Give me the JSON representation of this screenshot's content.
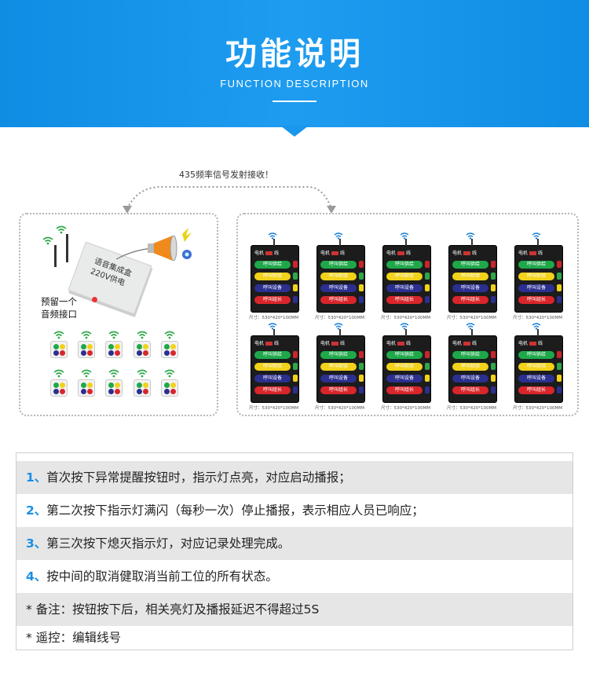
{
  "header": {
    "title": "功能说明",
    "subtitle": "FUNCTION DESCRIPTION"
  },
  "diagram": {
    "caption": "435频率信号发射接收！",
    "host_label_line1": "语音集成盒",
    "host_label_line2": "220V供电",
    "reserve_line1": "预留一个",
    "reserve_line2": "音频接口",
    "callbox_title": "电机",
    "callbox_title_suffix": "线",
    "callbox_buttons": [
      "呼叫供给",
      "呼叫检验",
      "呼叫设备",
      "呼叫组长"
    ],
    "callbox_size": "尺寸：530*420*100MM"
  },
  "description": {
    "items": [
      {
        "num": "1、",
        "text": "首次按下异常提醒按钮时，指示灯点亮，对应启动播报；"
      },
      {
        "num": "2、",
        "text": "第二次按下指示灯满闪（每秒一次）停止播报，表示相应人员已响应；"
      },
      {
        "num": "3、",
        "text": "第三次按下熄灭指示灯，对应记录处理完成。"
      },
      {
        "num": "4、",
        "text": "按中间的取消健取消当前工位的所有状态。"
      },
      {
        "num": "",
        "text": "* 备注：按钮按下后，相关亮灯及播报延迟不得超过5S"
      },
      {
        "num": "",
        "text": "* 遥控：编辑线号"
      }
    ]
  },
  "colors": {
    "banner": "#1a96ec",
    "accent_number": "#1a8fe6",
    "row_shade": "#e6e6e6",
    "btn_green": "#1fa84a",
    "btn_yellow": "#f2d21a",
    "btn_blue": "#2b2f8f",
    "btn_red": "#d8262b"
  }
}
